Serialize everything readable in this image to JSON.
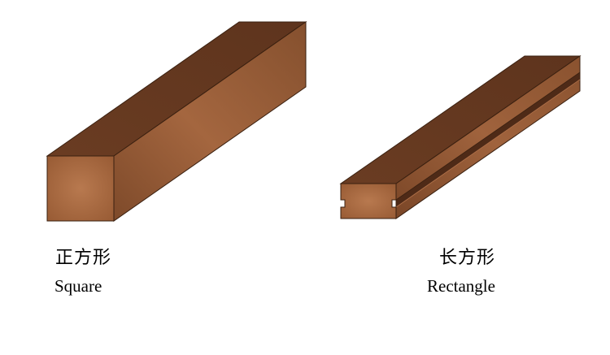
{
  "figure": {
    "square": {
      "label_zh": "正方形",
      "label_en": "Square"
    },
    "rectangle": {
      "label_zh": "长方形",
      "label_en": "Rectangle"
    }
  },
  "colors": {
    "end_face": "#a8683f",
    "end_face_center": "#b57650",
    "top_face": "#6e3f24",
    "side_face_light": "#9a5d38",
    "side_face_dark": "#7a4627",
    "groove_shadow": "#4e2a17",
    "outline": "#3a2010"
  }
}
